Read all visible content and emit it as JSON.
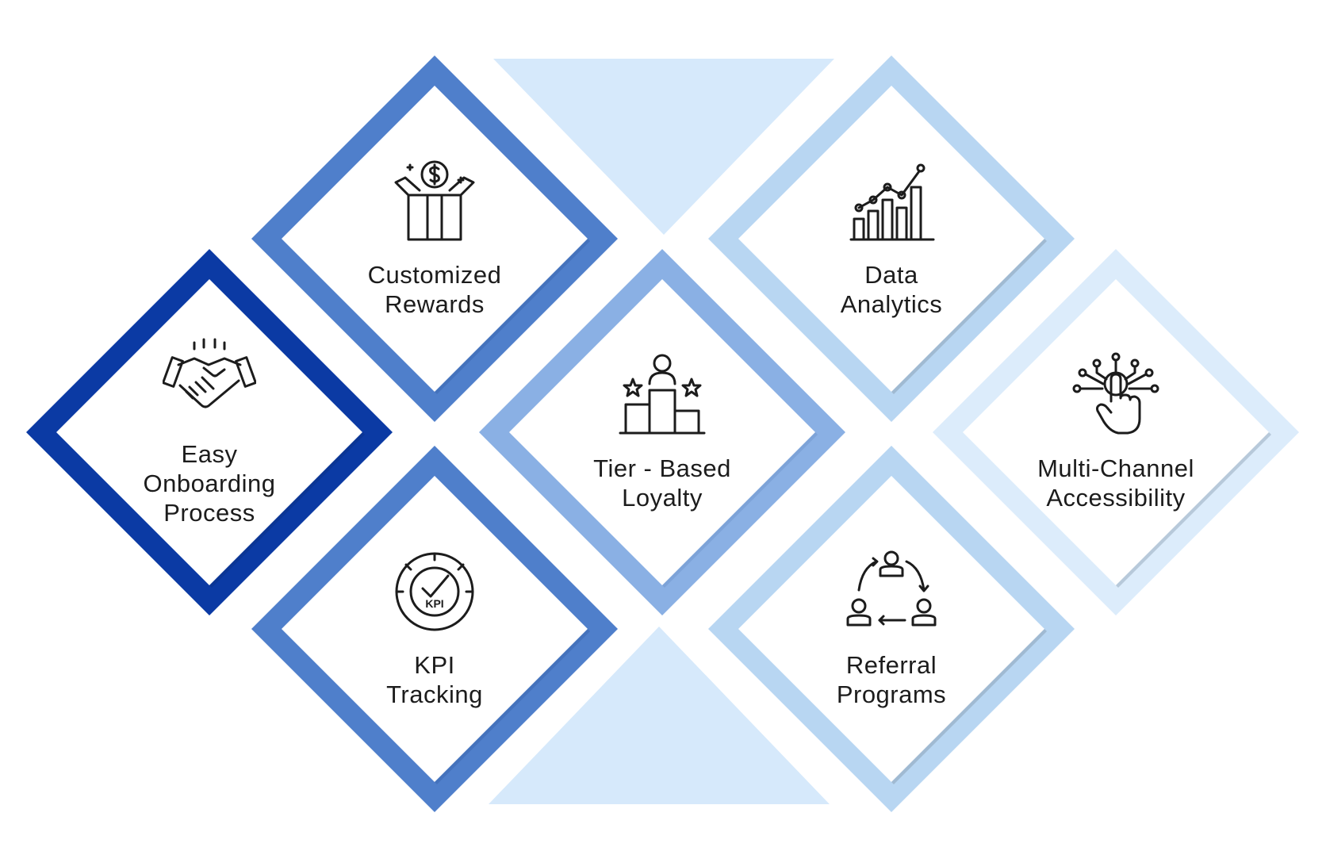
{
  "colors": {
    "dark_blue": "#0b3aa4",
    "mid_blue": "#4f7fcb",
    "soft_blue": "#8ab0e4",
    "light_blue": "#b8d6f2",
    "pale_blue": "#dcecfb",
    "background_triangles": "#d6e9fb",
    "text": "#1c1c1c",
    "icon": "#1c1c1c"
  },
  "diamonds": {
    "easy_onboarding": {
      "lines": [
        "Easy",
        "Onboarding",
        "Process"
      ],
      "icon": "handshake-icon"
    },
    "customized_rewards": {
      "lines": [
        "Customized",
        "Rewards"
      ],
      "icon": "gift-box-dollar-icon"
    },
    "kpi_tracking": {
      "lines": [
        "KPI",
        "Tracking"
      ],
      "icon": "kpi-gauge-icon",
      "icon_text": "KPI"
    },
    "tier_based_loyalty": {
      "lines": [
        "Tier - Based",
        "Loyalty"
      ],
      "icon": "podium-icon"
    },
    "data_analytics": {
      "lines": [
        "Data",
        "Analytics"
      ],
      "icon": "bar-chart-icon"
    },
    "referral_programs": {
      "lines": [
        "Referral",
        "Programs"
      ],
      "icon": "referral-cycle-icon"
    },
    "multi_channel": {
      "lines": [
        "Multi-Channel",
        "Accessibility"
      ],
      "icon": "touch-network-icon"
    }
  }
}
